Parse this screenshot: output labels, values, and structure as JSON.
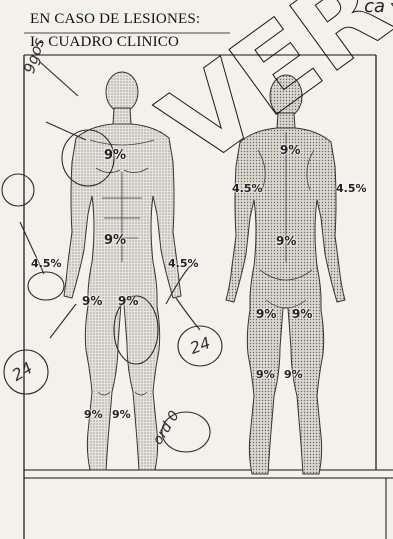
{
  "header": {
    "title": "EN CASO DE LESIONES:",
    "subtitle": "I.- CUADRO CLINICO"
  },
  "watermark": "VERSION",
  "top_scribble": "ca",
  "front_body": {
    "chest": "9%",
    "abdomen": "9%",
    "right_arm": "4.5%",
    "left_arm": "4.5%",
    "right_thigh": "9%",
    "left_thigh": "9%",
    "right_leg": "9%",
    "left_leg": "9%"
  },
  "back_body": {
    "upper_back": "9%",
    "left_arm": "4.5%",
    "right_arm": "4.5%",
    "lower_back": "9%",
    "left_thigh": "9%",
    "right_thigh": "9%",
    "left_leg": "9%",
    "right_leg": "9%"
  },
  "handwritten": {
    "margin_top": "9gos",
    "note_right": "24",
    "note_bottom_left": "24",
    "note_diag": "ord 0"
  },
  "colors": {
    "ink": "#222222",
    "paper": "#f3f1ec",
    "watermark": "#000000"
  }
}
